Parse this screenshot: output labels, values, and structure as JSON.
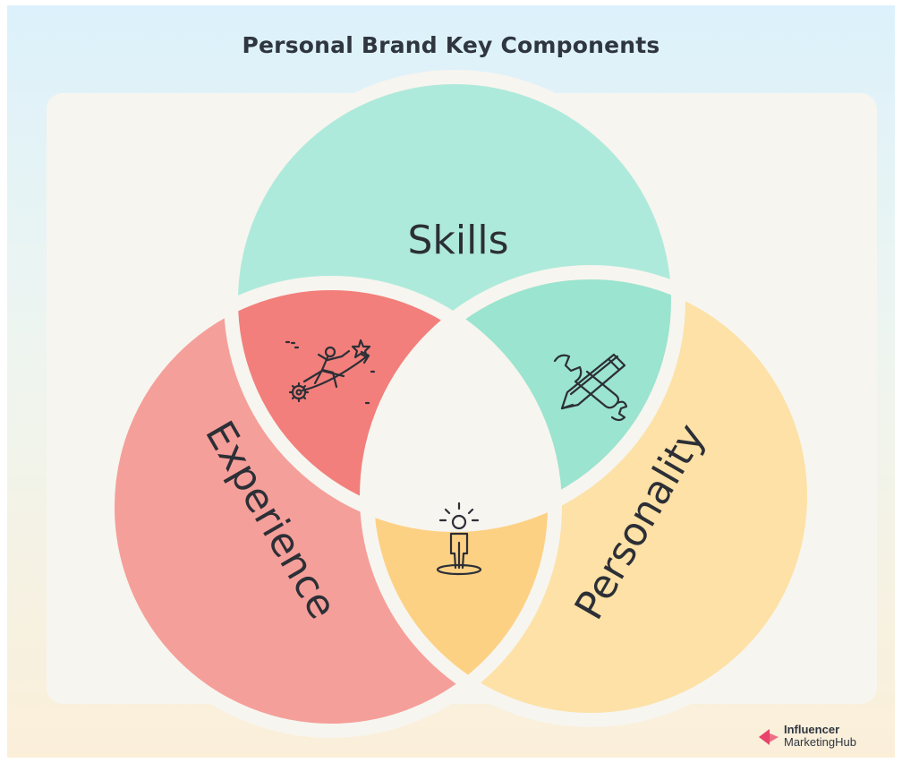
{
  "title": "Personal Brand Key Components",
  "circles": [
    {
      "key": "skills",
      "label": "Skills",
      "color": "#aeeadb"
    },
    {
      "key": "experience",
      "label": "Experience",
      "color": "#f59f9a"
    },
    {
      "key": "personality",
      "label": "Personality",
      "color": "#fde1a6"
    }
  ],
  "overlaps": {
    "skills_experience": {
      "color": "#f27f7b",
      "icon": "climber-achievement-icon"
    },
    "skills_personality": {
      "color": "#9be4cf",
      "icon": "tools-wrench-pencil-icon"
    },
    "experience_personality": {
      "color": "#fdd184",
      "icon": "standing-person-icon"
    },
    "center_color": "#f7f5ef"
  },
  "colors": {
    "stroke": "#f7f5ef",
    "icon_line": "#2c2f36"
  },
  "brand": {
    "line1": "Influencer",
    "line2": "MarketingHub",
    "logo_color": "#e8436a"
  }
}
